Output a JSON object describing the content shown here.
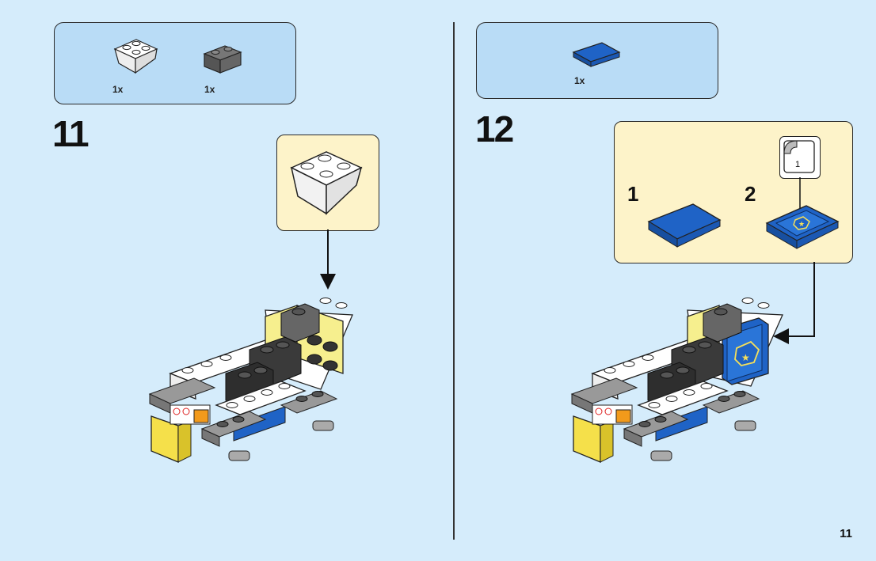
{
  "steps": [
    {
      "number": "11",
      "parts": [
        {
          "name": "white-inverted-slope-brick",
          "qty": "1x"
        },
        {
          "name": "dark-gray-brick",
          "qty": "1x"
        }
      ]
    },
    {
      "number": "12",
      "parts": [
        {
          "name": "blue-tile",
          "qty": "1x"
        }
      ],
      "substeps": [
        "1",
        "2"
      ],
      "sticker_number": "1"
    }
  ],
  "page_number": "11",
  "colors": {
    "background": "#d5ecfb",
    "parts_box": "#b9dcf6",
    "callout": "#fdf3c9",
    "blue_brick": "#1f63c6",
    "yellow_highlight": "#f6ef8e"
  }
}
